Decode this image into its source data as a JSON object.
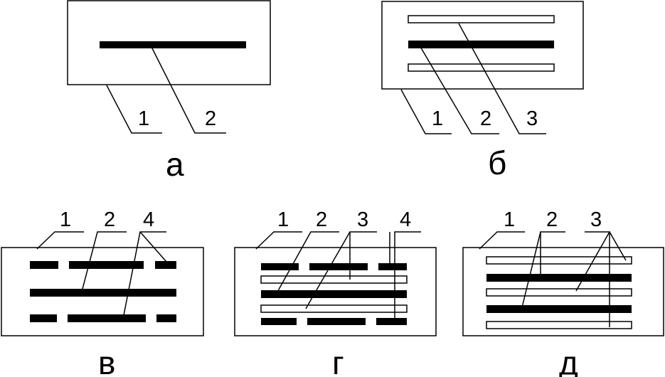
{
  "diagrams": {
    "a": {
      "caption": "а",
      "labels": {
        "n1": "1",
        "n2": "2"
      }
    },
    "b": {
      "caption": "б",
      "labels": {
        "n1": "1",
        "n2": "2",
        "n3": "3"
      }
    },
    "v": {
      "caption": "в",
      "labels": {
        "n1": "1",
        "n2": "2",
        "n4": "4"
      }
    },
    "g": {
      "caption": "г",
      "labels": {
        "n1": "1",
        "n2": "2",
        "n3": "3",
        "n4": "4"
      }
    },
    "d": {
      "caption": "д",
      "labels": {
        "n1": "1",
        "n2": "2",
        "n3": "3"
      }
    }
  },
  "colors": {
    "stroke": "#000000",
    "fill_dark": "#000000",
    "fill_light": "#ffffff"
  }
}
